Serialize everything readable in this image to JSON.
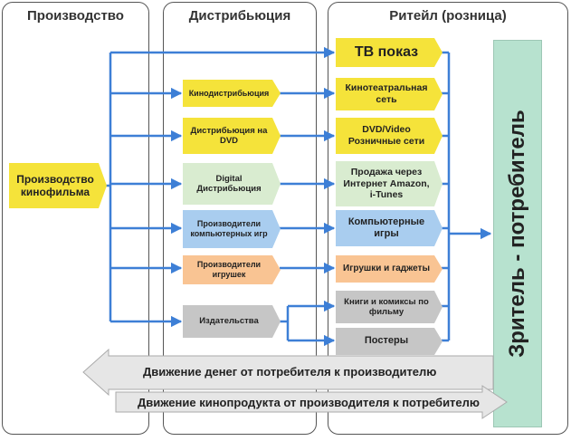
{
  "columns": {
    "production": "Производство",
    "distribution": "Дистрибьюция",
    "retail": "Ритейл (розница)"
  },
  "production_box": "Производство кинофильма",
  "distribution_boxes": {
    "cinema_dist": "Кинодистрибьюция",
    "dvd_dist": "Дистрибьюция на DVD",
    "digital_dist": "Digital Дистрибьюция",
    "game_makers": "Производители компьютерных игр",
    "toy_makers": "Производители игрушек",
    "publishers": "Издательства"
  },
  "retail_boxes": {
    "tv": "ТВ показ",
    "cinemas": "Кинотеатральная сеть",
    "dvd_retail": "DVD/Video Розничные сети",
    "online": "Продажа через Интернет Amazon, i-Tunes",
    "games": "Компьютерные игры",
    "toys": "Игрушки и гаджеты",
    "books": "Книги и комиксы по фильму",
    "posters": "Постеры"
  },
  "consumer": "Зритель - потребитель",
  "flows": {
    "money": "Движение денег от потребителя к производителю",
    "product": "Движение кинопродукта от производителя к потребителю"
  },
  "colors": {
    "arrow_blue": "#3d7fd6",
    "yellow": "#f5e33a",
    "green": "#d9ecd0",
    "blue": "#a9cdef",
    "orange": "#f9c493",
    "gray": "#c6c6c6",
    "consumer": "#b7e2cf"
  }
}
